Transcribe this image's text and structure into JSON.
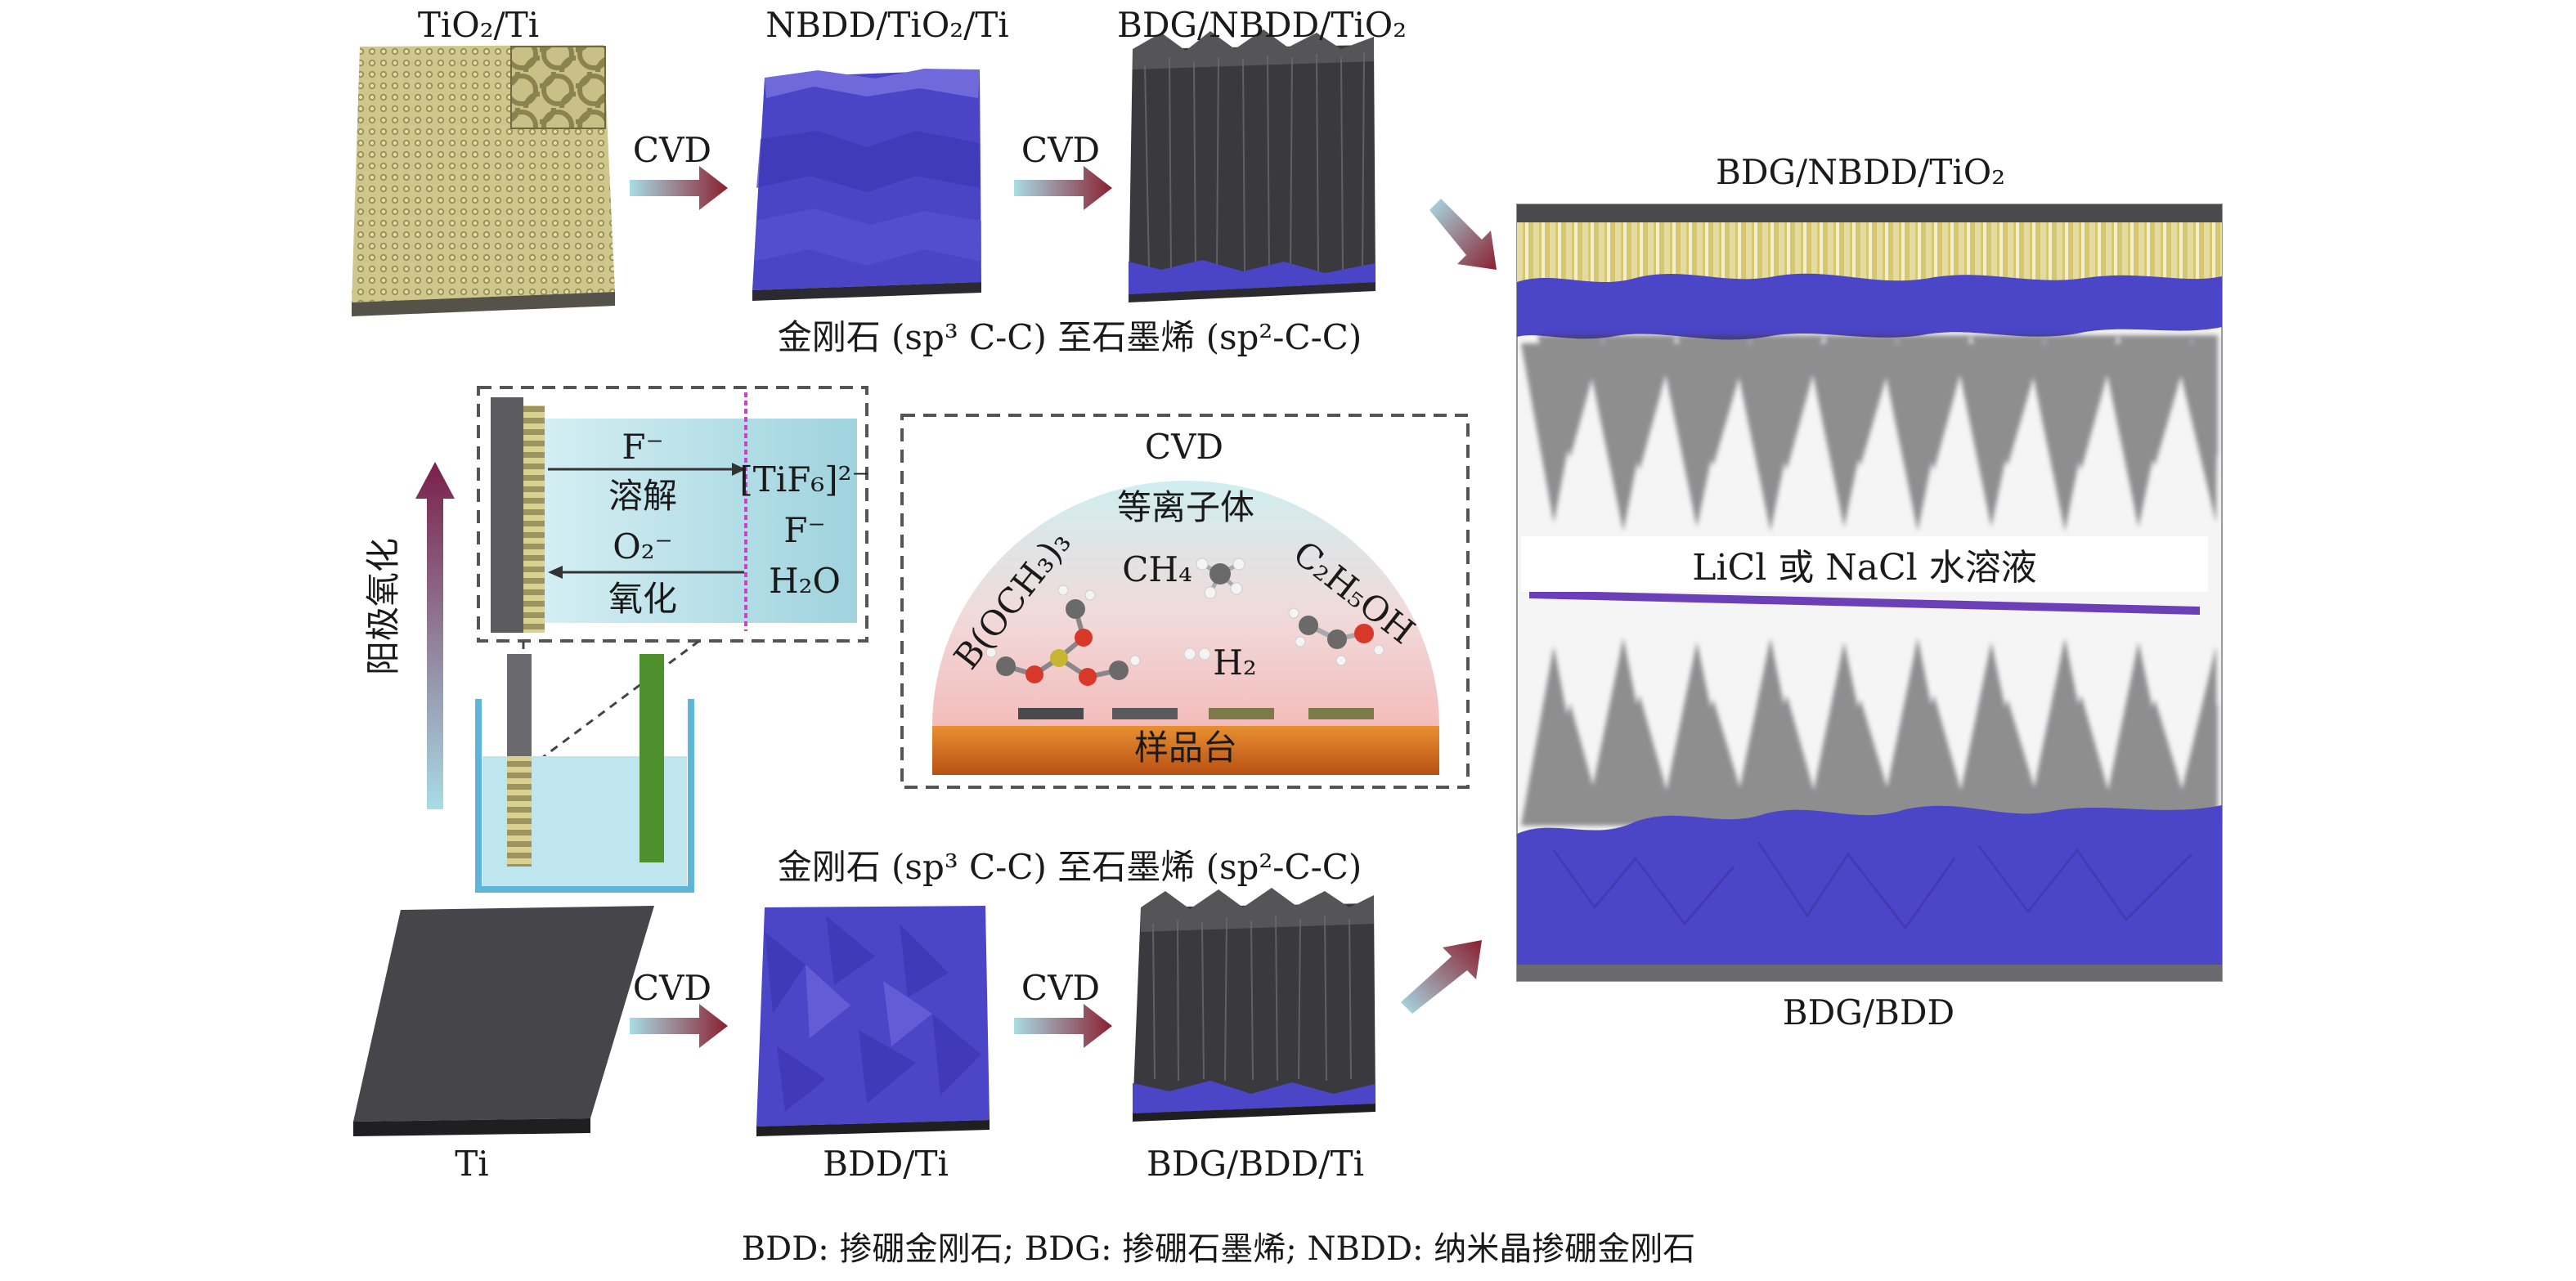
{
  "labels": {
    "tio2_ti_top": "TiO₂/Ti",
    "nbdd_tio2_ti": "NBDD/TiO₂/Ti",
    "bdg_nbdd_tio2_top": "BDG/NBDD/TiO₂",
    "bdg_nbdd_tio2_right": "BDG/NBDD/TiO₂",
    "cvd_top_1": "CVD",
    "cvd_top_2": "CVD",
    "diamond_to_graphene_top": "金刚石 (sp³ C-C) 至石墨烯 (sp²-C-C)",
    "diamond_to_graphene_bottom": "金刚石 (sp³ C-C) 至石墨烯 (sp²-C-C)",
    "anodic_oxidation": "阳极氧化",
    "inset_f_minus": "F⁻",
    "inset_dissolve": "溶解",
    "inset_o2_minus": "O₂⁻",
    "inset_oxidize": "氧化",
    "inset_tif6": "[TiF₆]²⁻",
    "inset_f_minus_2": "F⁻",
    "inset_h2o": "H₂O",
    "cvd_chamber_title": "CVD",
    "plasma": "等离子体",
    "ch4": "CH₄",
    "c2h5oh": "C₂H₅OH",
    "boc": "B(OCH₃)₃",
    "h2": "H₂",
    "stage_label": "样品台",
    "licl_nacl": "LiCl 或 NaCl 水溶液",
    "bdg_bdd_right": "BDG/BDD",
    "cvd_bottom_1": "CVD",
    "cvd_bottom_2": "CVD",
    "ti_bottom": "Ti",
    "bdd_ti": "BDD/Ti",
    "bdg_bdd_ti": "BDG/BDD/Ti",
    "footer": "BDD: 掺硼金刚石; BDG: 掺硼石墨烯; NBDD: 纳米晶掺硼金刚石"
  },
  "colors": {
    "tio2_film": "#cdc48a",
    "nbdd_blue": "#4b46c8",
    "graphene_dark": "#3a3a3e",
    "ti_dark": "#4a4a4e",
    "arrow_dark": "#8a2030",
    "arrow_light": "#9cd4e0",
    "electrolyte": "#bfe6ee",
    "stage_orange": "#d2691e",
    "electrode_green": "#4e8f2e",
    "inset_pink_line": "#d040d0"
  },
  "icons": [
    "up-arrow-gradient",
    "right-arrow-gradient",
    "diagonal-arrow-gradient",
    "molecule-ball-stick"
  ]
}
